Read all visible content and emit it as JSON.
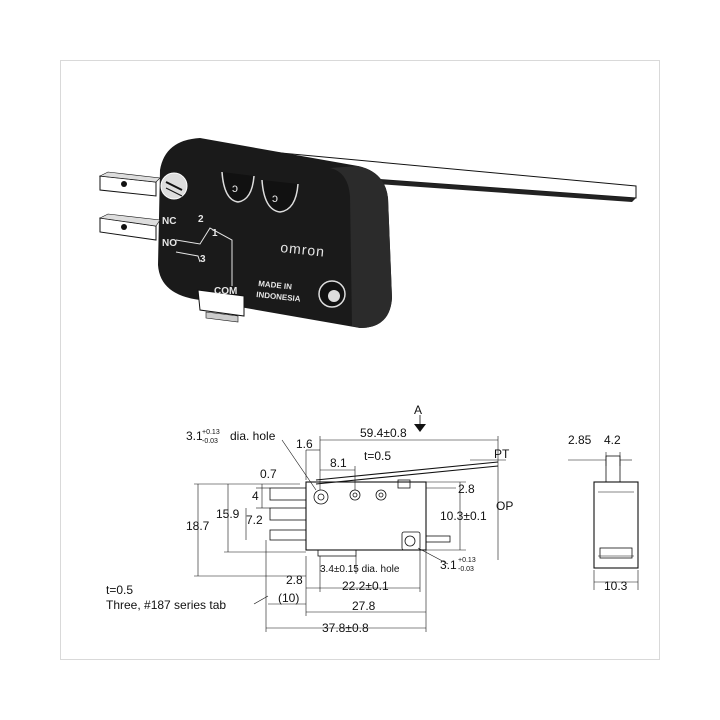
{
  "product_labels": {
    "nc": "NC",
    "no": "NO",
    "com": "COM",
    "pin2": "2",
    "pin1": "1",
    "pin3": "3",
    "brand": "omron",
    "made_in_line1": "MADE IN",
    "made_in_line2": "INDONESIA"
  },
  "dimensions": {
    "mount_hole": "3.1",
    "mount_hole_tol_plus": "+0.13",
    "mount_hole_tol_minus": "-0.03",
    "mount_hole_suffix": "dia. hole",
    "d_1_6": "1.6",
    "lever_len": "59.4±0.8",
    "arrow_a": "A",
    "d_8_1": "8.1",
    "t_lever": "t=0.5",
    "pt": "PT",
    "d_0_7": "0.7",
    "d_4": "4",
    "d_2_8_right": "2.8",
    "op": "OP",
    "d_15_9": "15.9",
    "d_18_7": "18.7",
    "d_7_2": "7.2",
    "d_10_3_height": "10.3±0.1",
    "small_hole": "3.4±0.15 dia. hole",
    "right_hole": "3.1",
    "right_hole_tol_plus": "+0.13",
    "right_hole_tol_minus": "-0.03",
    "d_2_8_bottom": "2.8",
    "d_22_2": "22.2±0.1",
    "d_10_paren": "(10)",
    "d_27_8": "27.8",
    "d_37_8": "37.8±0.8",
    "tab_t": "t=0.5",
    "tab_note": "Three, #187 series tab",
    "side_2_85": "2.85",
    "side_4_2": "4.2",
    "side_10_3": "10.3"
  }
}
